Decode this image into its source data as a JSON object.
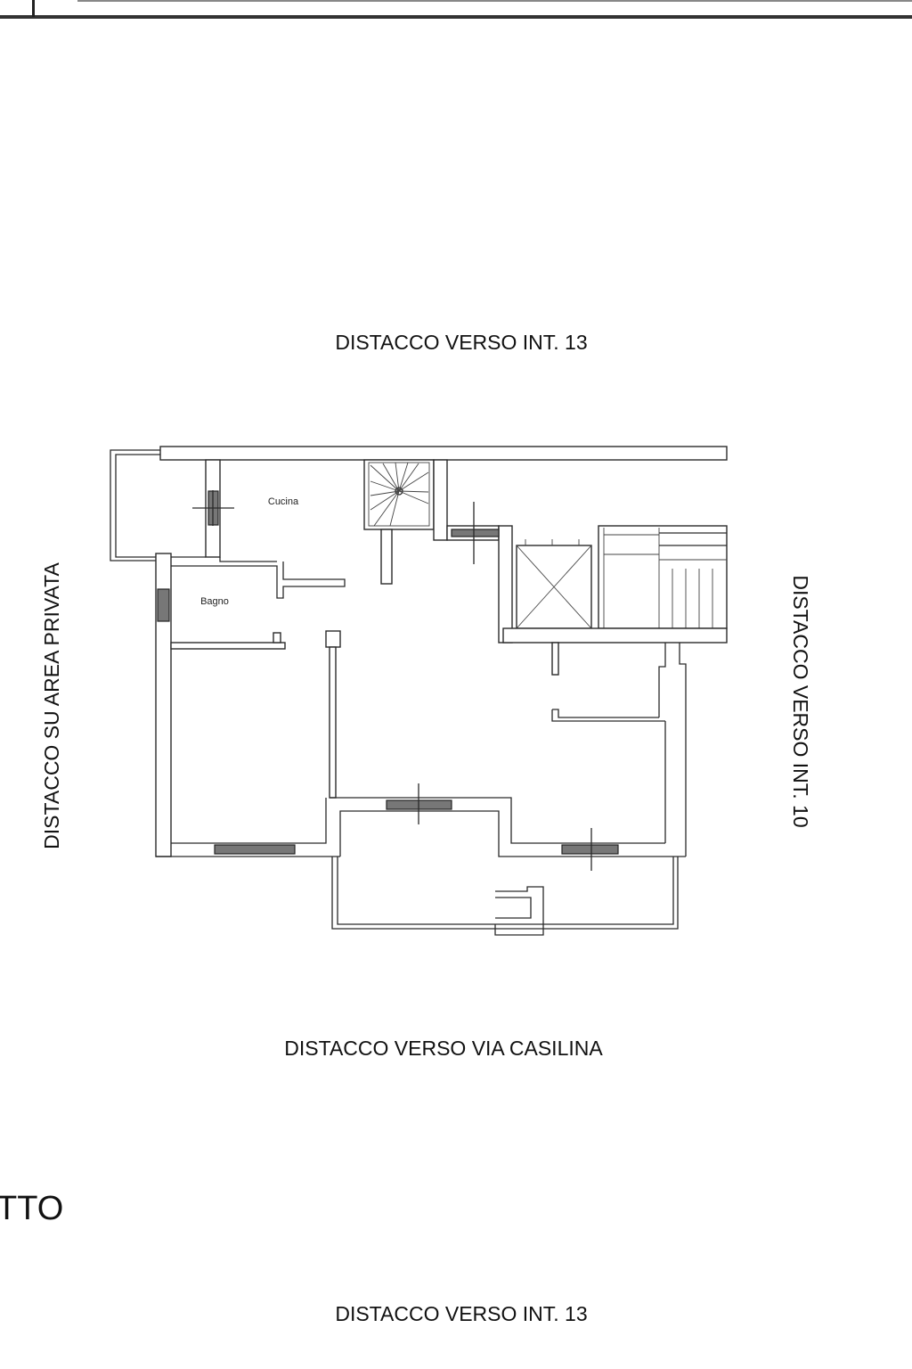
{
  "plan": {
    "labels": {
      "top": "DISTACCO VERSO INT. 13",
      "left": "DISTACCO SU AREA PRIVATA",
      "right": "DISTACCO VERSO INT. 10",
      "bottom": "DISTACCO VERSO VIA CASILINA",
      "bottom_repeat": "DISTACCO VERSO INT. 13"
    },
    "rooms": {
      "kitchen": "Cucina",
      "bathroom": "Bagno"
    },
    "partial_title": "TTO"
  }
}
